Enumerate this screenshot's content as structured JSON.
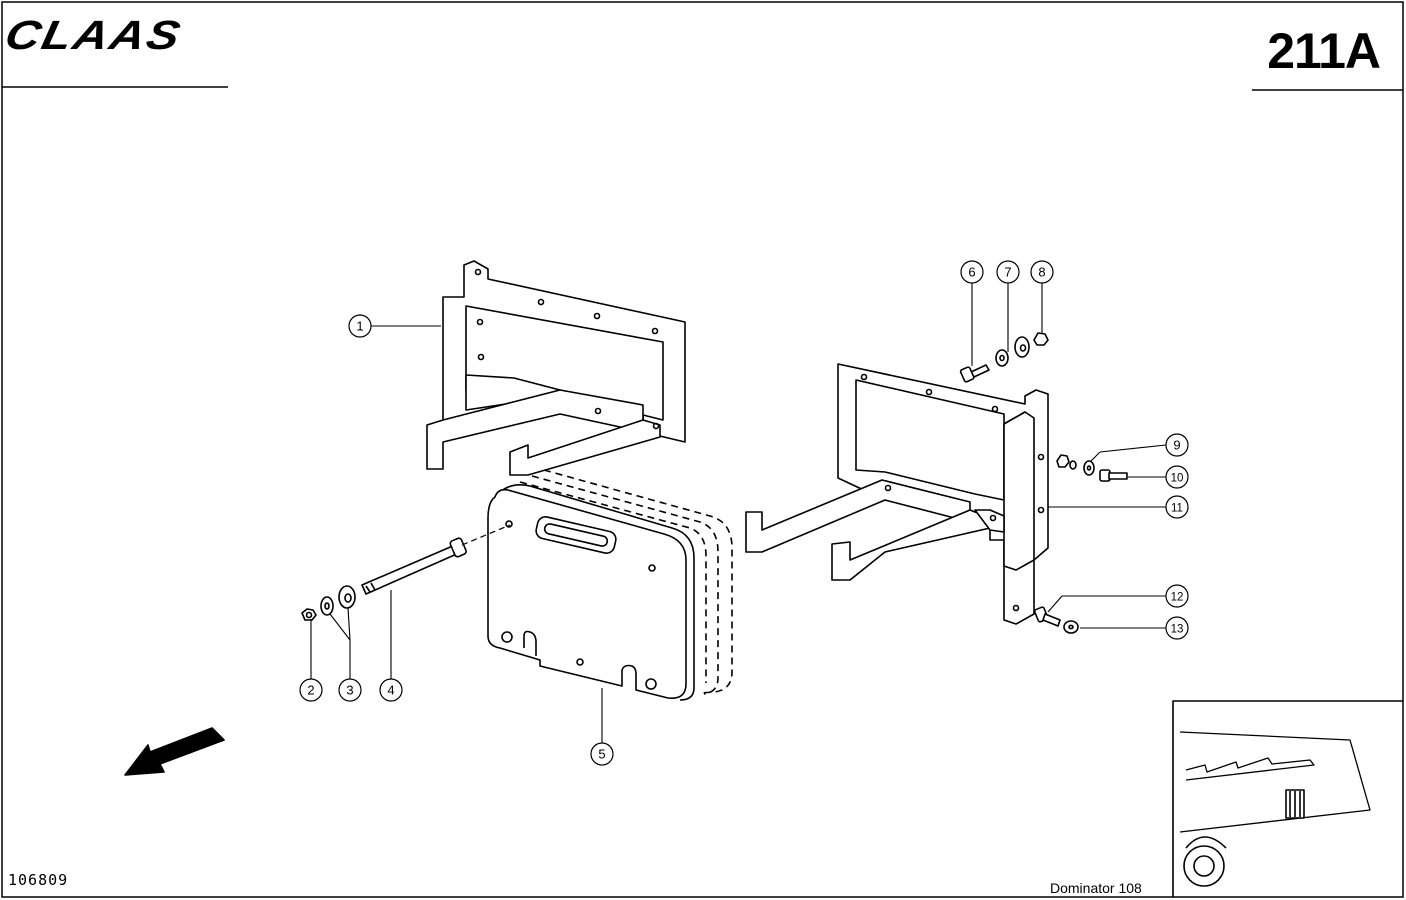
{
  "header": {
    "brand": "CLAAS",
    "page_code": "211A"
  },
  "footer": {
    "drawing_number": "106809",
    "model": "Dominator 108"
  },
  "callouts": [
    "1",
    "2",
    "3",
    "4",
    "5",
    "6",
    "7",
    "8",
    "9",
    "10",
    "11",
    "12",
    "13"
  ],
  "colors": {
    "ink": "#000000",
    "paper": "#ffffff"
  }
}
